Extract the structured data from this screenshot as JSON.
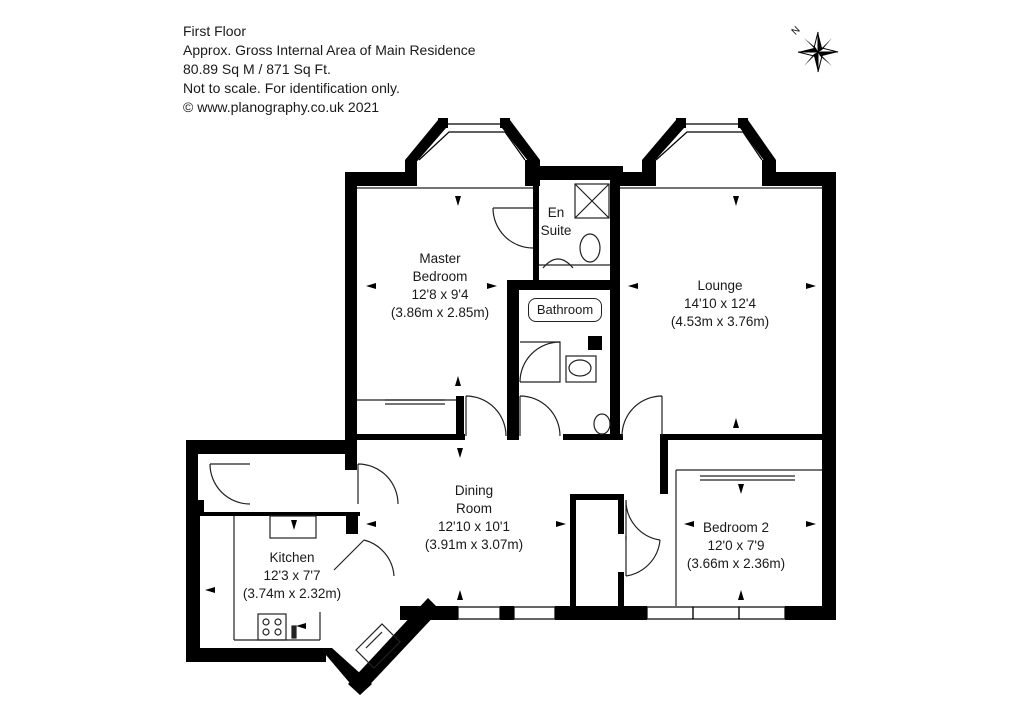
{
  "header": {
    "floor": "First Floor",
    "area_title": "Approx. Gross Internal Area of Main Residence",
    "area_value": "80.89 Sq M / 871 Sq Ft.",
    "disclaimer": "Not to scale. For identification only.",
    "copyright": "© www.planography.co.uk 2021"
  },
  "rooms": {
    "master_bedroom": {
      "name_line1": "Master",
      "name_line2": "Bedroom",
      "imperial": "12'8 x 9'4",
      "metric": "(3.86m x 2.85m)"
    },
    "en_suite": {
      "name_line1": "En",
      "name_line2": "Suite"
    },
    "bathroom": {
      "name": "Bathroom"
    },
    "lounge": {
      "name": "Lounge",
      "imperial": "14'10 x 12'4",
      "metric": "(4.53m x 3.76m)"
    },
    "dining_room": {
      "name_line1": "Dining",
      "name_line2": "Room",
      "imperial": "12'10 x 10'1",
      "metric": "(3.91m x 3.07m)"
    },
    "kitchen": {
      "name": "Kitchen",
      "imperial": "12'3 x 7'7",
      "metric": "(3.74m x 2.32m)"
    },
    "bedroom_2": {
      "name": "Bedroom 2",
      "imperial": "12'0 x 7'9",
      "metric": "(3.66m x 2.36m)"
    }
  },
  "compass": {
    "label": "N",
    "icon": "north-arrow-icon"
  },
  "colors": {
    "wall": "#000000",
    "line": "#222222",
    "background": "#ffffff"
  }
}
